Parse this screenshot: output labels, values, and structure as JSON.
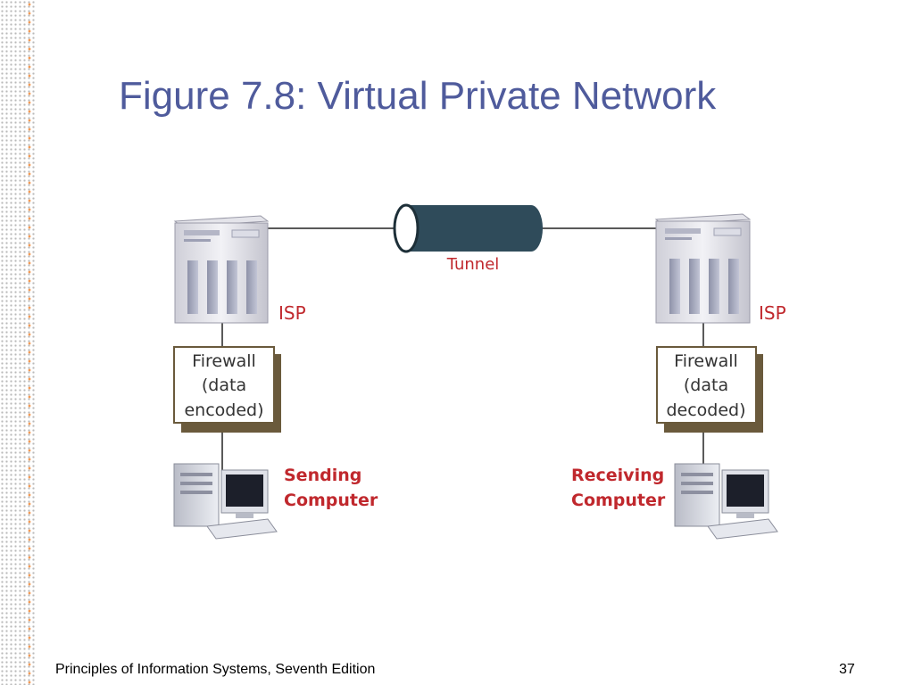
{
  "slide": {
    "title": "Figure 7.8: Virtual Private Network",
    "footer_text": "Principles of Information Systems, Seventh Edition",
    "page_number": "37"
  },
  "diagram": {
    "tunnel_label": "Tunnel",
    "left": {
      "isp_label": "ISP",
      "firewall_lines": [
        "Firewall",
        "(data",
        "encoded)"
      ],
      "computer_lines": [
        "Sending",
        "Computer"
      ]
    },
    "right": {
      "isp_label": "ISP",
      "firewall_lines": [
        "Firewall",
        "(data",
        "decoded)"
      ],
      "computer_lines": [
        "Receiving",
        "Computer"
      ]
    }
  },
  "colors": {
    "title": "#4f5b9c",
    "label_red": "#c0282d",
    "tunnel": "#2f4b5a",
    "firewall_shadow": "#6a5a3c"
  },
  "icons": [
    "server-icon",
    "desktop-computer-icon",
    "tunnel-pipe-icon"
  ]
}
